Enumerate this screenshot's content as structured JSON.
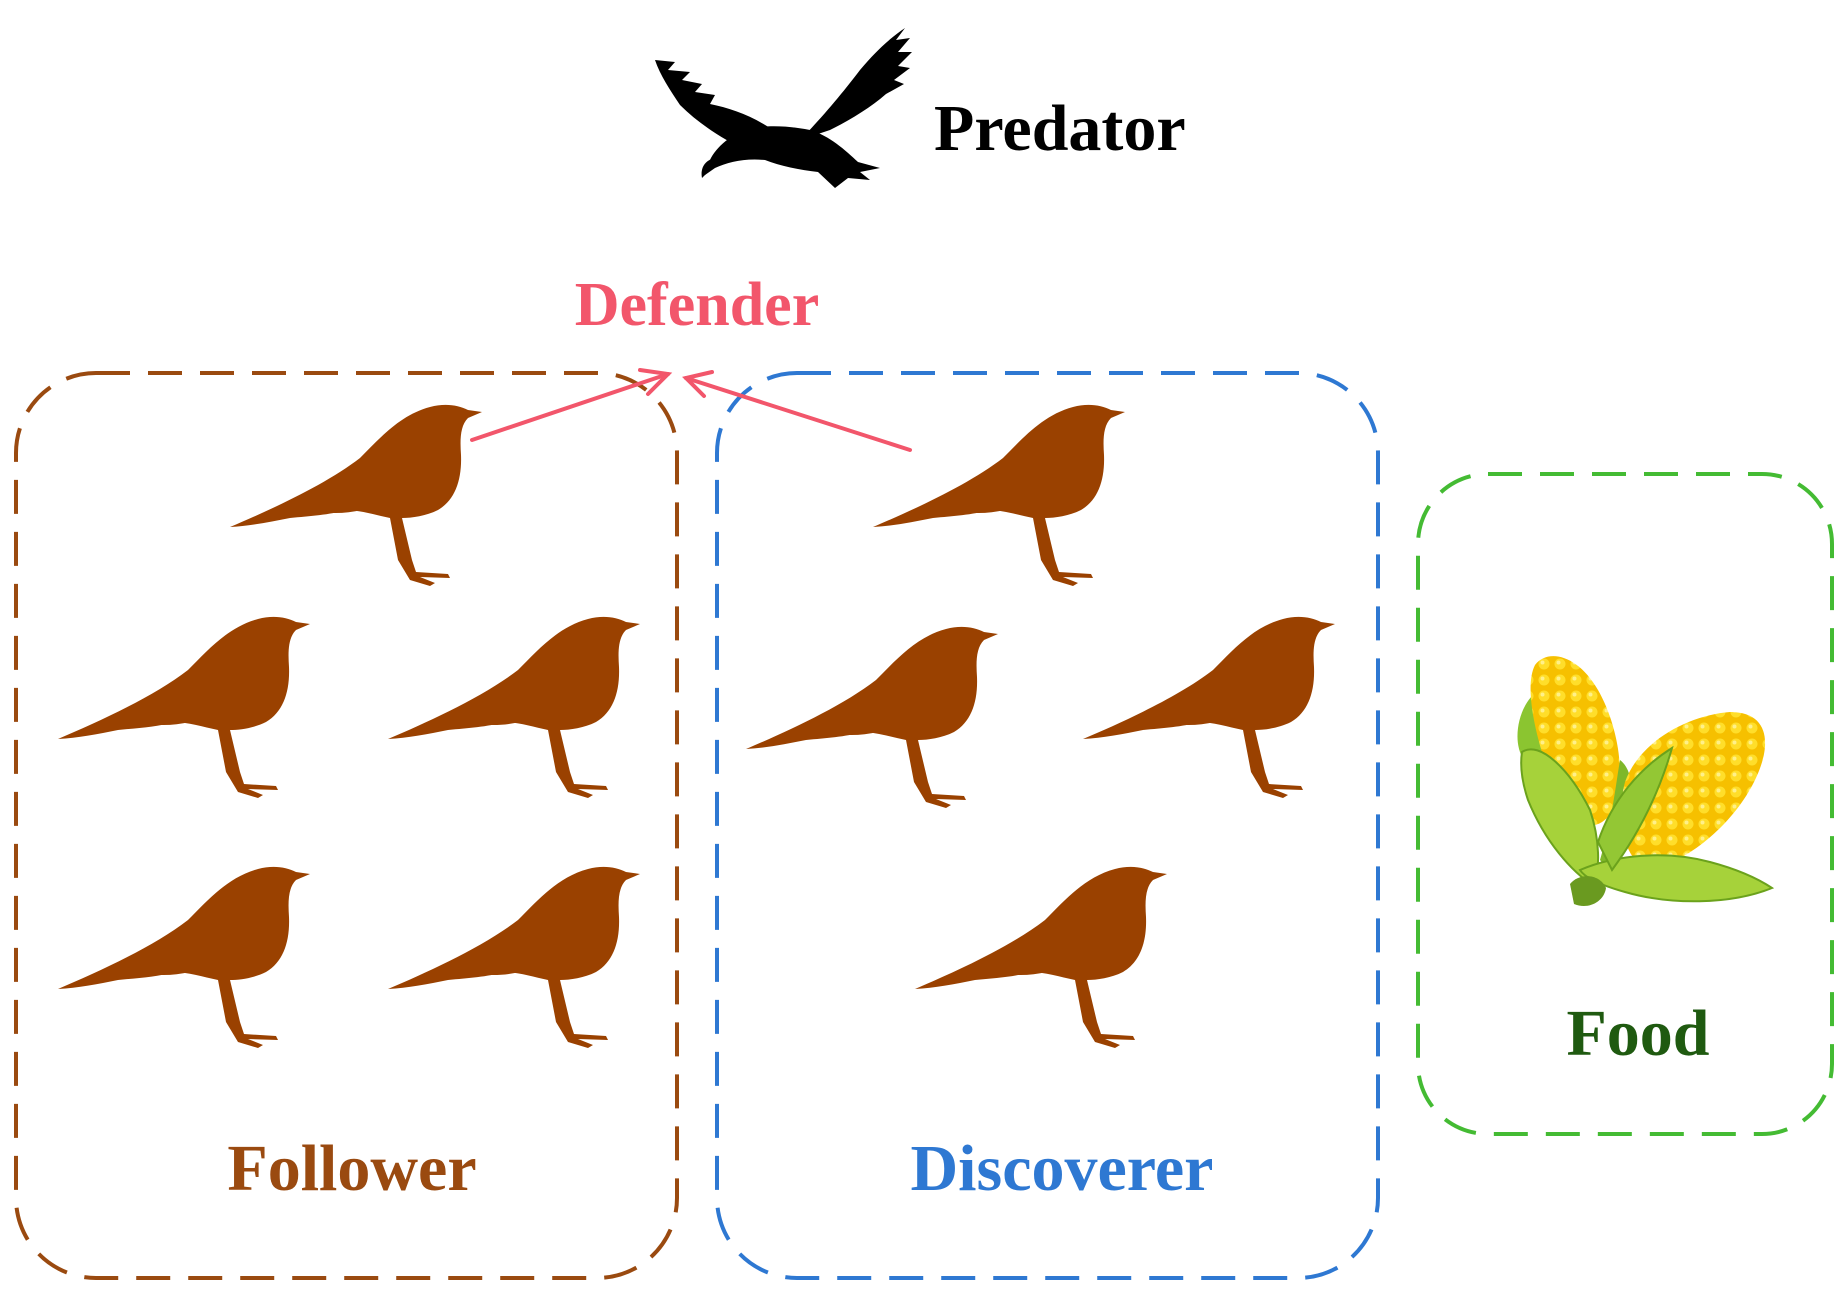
{
  "labels": {
    "predator": "Predator",
    "defender": "Defender",
    "follower": "Follower",
    "discoverer": "Discoverer",
    "food": "Food"
  },
  "colors": {
    "bird": "#9a4100",
    "follower_group": "#9a4a10",
    "discoverer_group": "#2e78d2",
    "food_group": "#44bb33",
    "defender": "#f2566b",
    "food_label": "#1f5a10",
    "predator": "#000000"
  },
  "icons": {
    "predator": "eagle-icon",
    "bird": "sparrow-icon",
    "food": "corn-icon"
  },
  "groups": {
    "follower": {
      "bird_count": 5
    },
    "discoverer": {
      "bird_count": 4
    }
  }
}
